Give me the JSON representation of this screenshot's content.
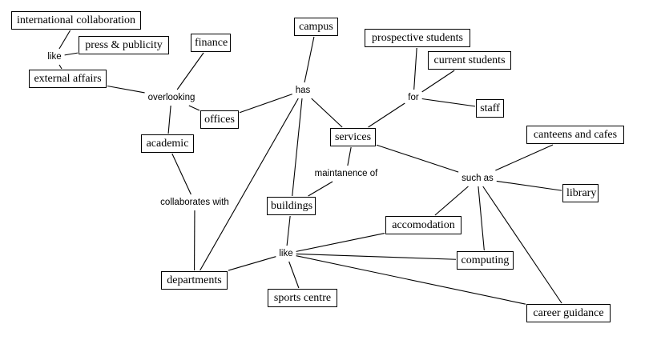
{
  "diagram": {
    "type": "concept-map",
    "concepts": {
      "international_collaboration": "international collaboration",
      "press_publicity": "press & publicity",
      "external_affairs": "external affairs",
      "finance": "finance",
      "offices": "offices",
      "academic": "academic",
      "campus": "campus",
      "services": "services",
      "prospective_students": "prospective students",
      "current_students": "current students",
      "staff": "staff",
      "canteens_and_cafes": "canteens and cafes",
      "library": "library",
      "buildings": "buildings",
      "accomodation": "accomodation",
      "computing": "computing",
      "departments": "departments",
      "sports_centre": "sports centre",
      "career_guidance": "career guidance"
    },
    "linking_phrases": {
      "like_1": "like",
      "overlooking": "overlooking",
      "has": "has",
      "for": "for",
      "such_as": "such as",
      "maintanence_of": "maintanence of",
      "collaborates_with": "collaborates with",
      "like_2": "like"
    },
    "edges": [
      [
        "international_collaboration",
        "like_1"
      ],
      [
        "press_publicity",
        "like_1"
      ],
      [
        "like_1",
        "external_affairs"
      ],
      [
        "external_affairs",
        "overlooking"
      ],
      [
        "overlooking",
        "finance"
      ],
      [
        "overlooking",
        "offices"
      ],
      [
        "overlooking",
        "academic"
      ],
      [
        "academic",
        "collaborates_with"
      ],
      [
        "collaborates_with",
        "departments"
      ],
      [
        "campus",
        "has"
      ],
      [
        "has",
        "offices"
      ],
      [
        "has",
        "services"
      ],
      [
        "has",
        "buildings"
      ],
      [
        "has",
        "departments"
      ],
      [
        "services",
        "for"
      ],
      [
        "for",
        "prospective_students"
      ],
      [
        "for",
        "current_students"
      ],
      [
        "for",
        "staff"
      ],
      [
        "services",
        "such_as"
      ],
      [
        "such_as",
        "canteens_and_cafes"
      ],
      [
        "such_as",
        "library"
      ],
      [
        "such_as",
        "accomodation"
      ],
      [
        "such_as",
        "computing"
      ],
      [
        "such_as",
        "career_guidance"
      ],
      [
        "services",
        "maintanence_of"
      ],
      [
        "maintanence_of",
        "buildings"
      ],
      [
        "buildings",
        "like_2"
      ],
      [
        "like_2",
        "departments"
      ],
      [
        "like_2",
        "sports_centre"
      ],
      [
        "like_2",
        "accomodation"
      ],
      [
        "like_2",
        "computing"
      ],
      [
        "like_2",
        "career_guidance"
      ]
    ]
  }
}
